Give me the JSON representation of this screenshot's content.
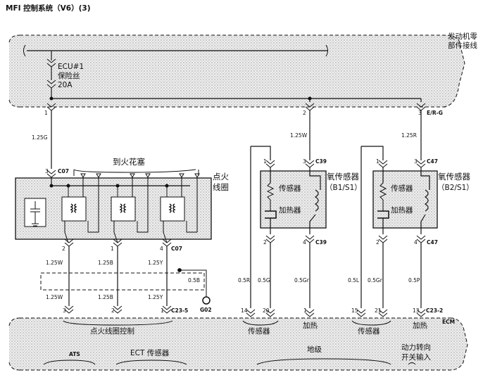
{
  "title": "MFI 控制系统（V6）(3)",
  "top_box": {
    "label_line1": "发动机零",
    "label_line2": "部件接线",
    "fuse_line1": "ECU#1",
    "fuse_line2": "保险丝",
    "fuse_line3": "20A"
  },
  "pins_top": [
    "1",
    "2",
    "3"
  ],
  "pin_top_3_extra": "E/R-G",
  "wires_top": [
    "1.25G",
    "1.25W",
    "1.25R"
  ],
  "ignition": {
    "to_spark": "到火花塞",
    "coil_line1": "点火",
    "coil_line2": "线圈",
    "conn_top_pin": "3",
    "conn_top": "C07",
    "conn_bottom": "C07",
    "pins_bottom": [
      "2",
      "1",
      "4"
    ]
  },
  "o2_b1": {
    "label_line1": "氧传感器",
    "label_line2": "（B1/S1）",
    "sensor": "传感器",
    "heater": "加热器",
    "conn": "C39",
    "pins_top": [
      "1",
      "3"
    ],
    "pins_bottom": [
      "2",
      "4"
    ]
  },
  "o2_b2": {
    "label_line1": "氧传感器",
    "label_line2": "（B2/S1）",
    "sensor": "传感器",
    "heater": "加热器",
    "conn": "C47",
    "pins_top": [
      "1",
      "3"
    ],
    "pins_bottom": [
      "2",
      "4"
    ]
  },
  "wires_mid": [
    "1.25W",
    "1.25B",
    "1.25Y"
  ],
  "wires_low": [
    "1.25W",
    "1.25B",
    "1.25Y"
  ],
  "wire_ground": "0.5B",
  "ground": "G02",
  "wires_ecm": [
    "0.5R",
    "0.5G",
    "0.5Gr",
    "0.5L",
    "0.5Gr",
    "0.5P"
  ],
  "pins_ecm_left": [
    "3",
    "2",
    "1"
  ],
  "conn_ecm_left": "C23-5",
  "pins_ecm_right": [
    "14",
    "20",
    "1",
    "15",
    "21",
    "13"
  ],
  "conn_ecm_right": "C23-2",
  "ecm": {
    "label": "ECM",
    "ignition_control": "点火线圈控制",
    "sensor1": "传感器",
    "heat1": "加热",
    "sensor2": "传感器",
    "heat2": "加热",
    "ats": "ATS",
    "ect": "ECT 传感器",
    "ground": "地级",
    "ps_line1": "动力转向",
    "ps_line2": "开关输入"
  }
}
